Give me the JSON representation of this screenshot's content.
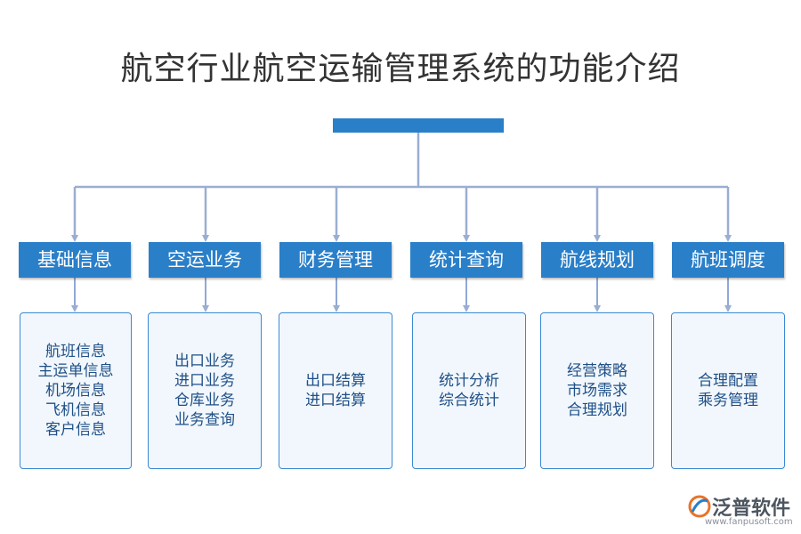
{
  "title": "航空行业航空运输管理系统的功能介绍",
  "root_label": "",
  "categories": [
    {
      "label": "基础信息",
      "items": [
        "航班信息",
        "主运单信息",
        "机场信息",
        "飞机信息",
        "客户信息"
      ]
    },
    {
      "label": "空运业务",
      "items": [
        "出口业务",
        "进口业务",
        "仓库业务",
        "业务查询"
      ]
    },
    {
      "label": "财务管理",
      "items": [
        "出口结算",
        "进口结算"
      ]
    },
    {
      "label": "统计查询",
      "items": [
        "统计分析",
        "综合统计"
      ]
    },
    {
      "label": "航线规划",
      "items": [
        "经营策略",
        "市场需求",
        "合理规划"
      ]
    },
    {
      "label": "航班调度",
      "items": [
        "合理配置",
        "乘务管理"
      ]
    }
  ],
  "logo": {
    "name": "泛普软件",
    "url": "www.fanpusoft.com",
    "icon": "fanpu-logo-icon"
  },
  "colors": {
    "box_fill": "#2a7fc9",
    "line": "#9aaed2",
    "detail_fill": "#f1f7fd",
    "detail_border": "#3a8ad3"
  }
}
